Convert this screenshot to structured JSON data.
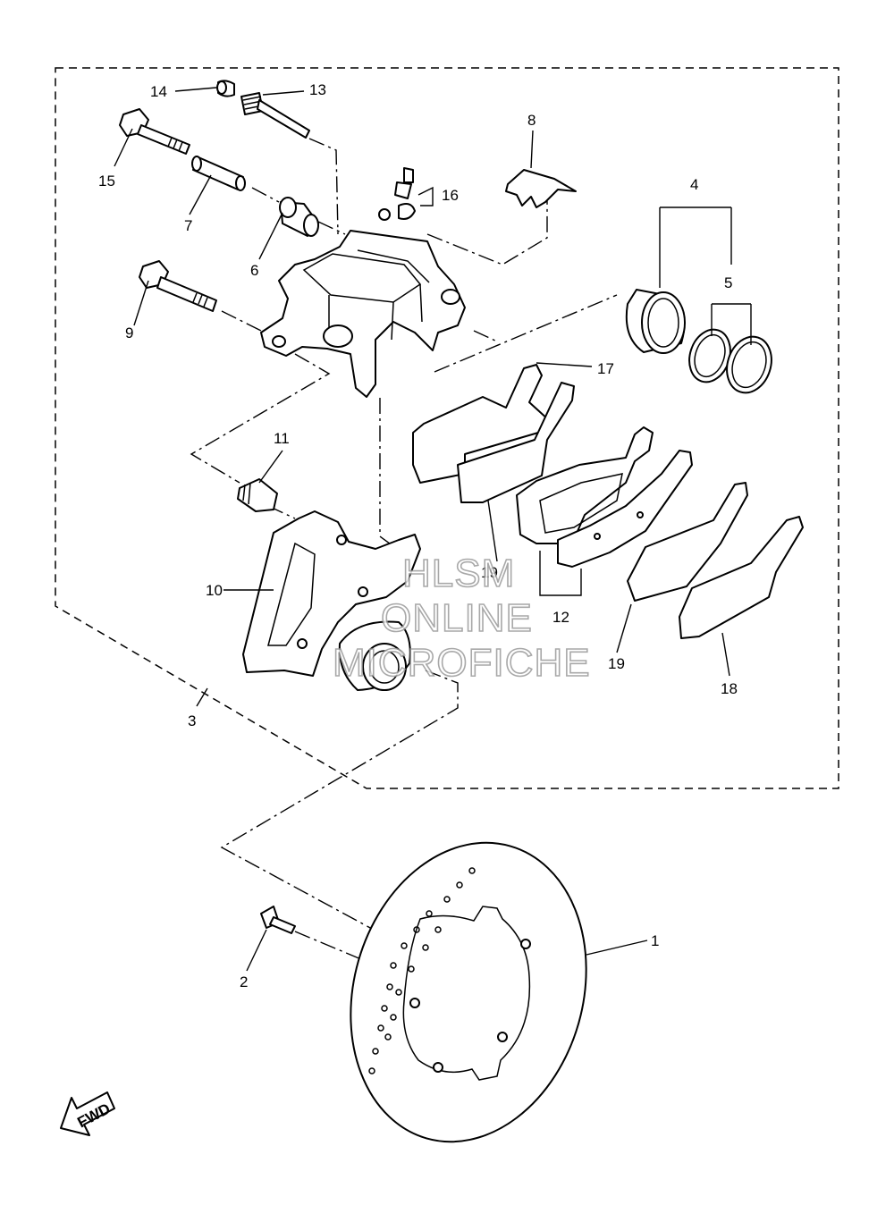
{
  "callouts": [
    "1",
    "2",
    "3",
    "4",
    "5",
    "6",
    "7",
    "8",
    "9",
    "10",
    "11",
    "12",
    "13",
    "14",
    "15",
    "16",
    "17",
    "18",
    "19",
    "19"
  ],
  "watermark": [
    "HLSM",
    "ONLINE",
    "MICROFICHE"
  ],
  "fwd_label": "FWD"
}
